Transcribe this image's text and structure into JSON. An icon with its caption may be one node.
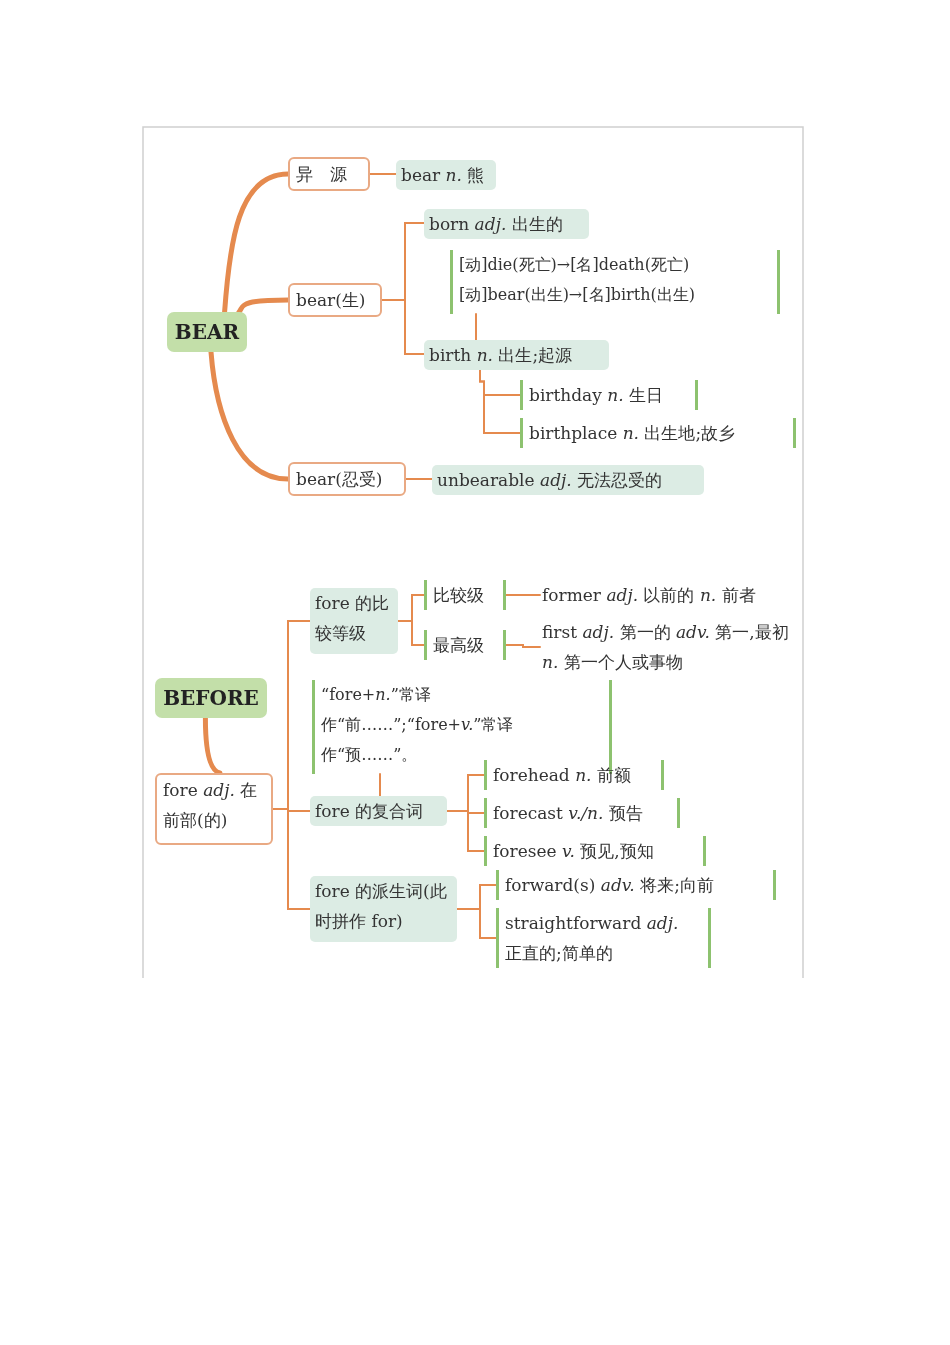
{
  "diagram": {
    "nodes": [
      {
        "text": [
          "BEAR"
        ]
      },
      {
        "text": [
          "异　源"
        ]
      },
      {
        "text": [
          "bear *n.* 熊"
        ]
      },
      {
        "text": [
          "bear(生)"
        ]
      },
      {
        "text": [
          "born *adj.* 出生的"
        ]
      },
      {
        "text": [
          "[动]die(死亡)→[名]death(死亡) [动]bear(出生)→[名]birth(出生)"
        ]
      },
      {
        "text": [
          "birth *n.* 出生;起源"
        ]
      },
      {
        "text": [
          "birthday *n.* 生日"
        ]
      },
      {
        "text": [
          "birthplace *n.* 出生地;故乡"
        ]
      },
      {
        "text": [
          "bear(忍受)"
        ]
      },
      {
        "text": [
          "unbearable *adj.* 无法忍受的"
        ]
      },
      {
        "text": [
          "BEFORE"
        ]
      },
      {
        "text": [
          "fore *adj.* 在前部(的)"
        ]
      },
      {
        "text": [
          "fore 的比较等级"
        ]
      },
      {
        "text": [
          "比较级"
        ]
      },
      {
        "text": [
          "最高级"
        ]
      },
      {
        "text": [
          "former *adj.* 以前的 *n.* 前者"
        ]
      },
      {
        "text": [
          "first *adj.* 第一的 *adv.* 第一,最初 *n.* 第一个人或事物"
        ]
      },
      {
        "text": [
          "“fore+*n.*”常译作“前……”;“fore+*v.*”常译作“预……”。"
        ]
      },
      {
        "text": [
          "fore 的复合词"
        ]
      },
      {
        "text": [
          "forehead *n.* 前额"
        ]
      },
      {
        "text": [
          "forecast *v./n.* 预告"
        ]
      },
      {
        "text": [
          "foresee *v.* 预见,预知"
        ]
      },
      {
        "text": [
          "fore 的派生词(此时拼作 for)"
        ]
      },
      {
        "text": [
          "forward(s) *adv.* 将来;向前"
        ]
      },
      {
        "text": [
          "straightforward *adj.* 正直的;简单的"
        ]
      }
    ],
    "edges": [
      {
        "from": 0,
        "to": 1,
        "arrow": "none",
        "style": "thick"
      },
      {
        "from": 0,
        "to": 3,
        "arrow": "none",
        "style": "thick"
      },
      {
        "from": 0,
        "to": 9,
        "arrow": "none",
        "style": "thick"
      },
      {
        "from": 1,
        "to": 2,
        "arrow": "none"
      },
      {
        "from": 3,
        "to": 4,
        "arrow": "none"
      },
      {
        "from": 3,
        "to": 6,
        "arrow": "none"
      },
      {
        "from": 5,
        "to": 6,
        "arrow": "none"
      },
      {
        "from": 6,
        "to": 7,
        "arrow": "none"
      },
      {
        "from": 6,
        "to": 8,
        "arrow": "none"
      },
      {
        "from": 9,
        "to": 10,
        "arrow": "none"
      },
      {
        "from": 11,
        "to": 12,
        "arrow": "none",
        "style": "thick"
      },
      {
        "from": 12,
        "to": 13,
        "arrow": "none"
      },
      {
        "from": 12,
        "to": 19,
        "arrow": "none"
      },
      {
        "from": 12,
        "to": 23,
        "arrow": "none"
      },
      {
        "from": 13,
        "to": 14,
        "arrow": "none"
      },
      {
        "from": 13,
        "to": 15,
        "arrow": "none"
      },
      {
        "from": 14,
        "to": 16,
        "arrow": "none"
      },
      {
        "from": 15,
        "to": 17,
        "arrow": "none"
      },
      {
        "from": 18,
        "to": 19,
        "arrow": "none"
      },
      {
        "from": 19,
        "to": 20,
        "arrow": "none"
      },
      {
        "from": 19,
        "to": 21,
        "arrow": "none"
      },
      {
        "from": 19,
        "to": 22,
        "arrow": "none"
      },
      {
        "from": 23,
        "to": 24,
        "arrow": "none"
      },
      {
        "from": 23,
        "to": 25,
        "arrow": "none"
      }
    ]
  }
}
